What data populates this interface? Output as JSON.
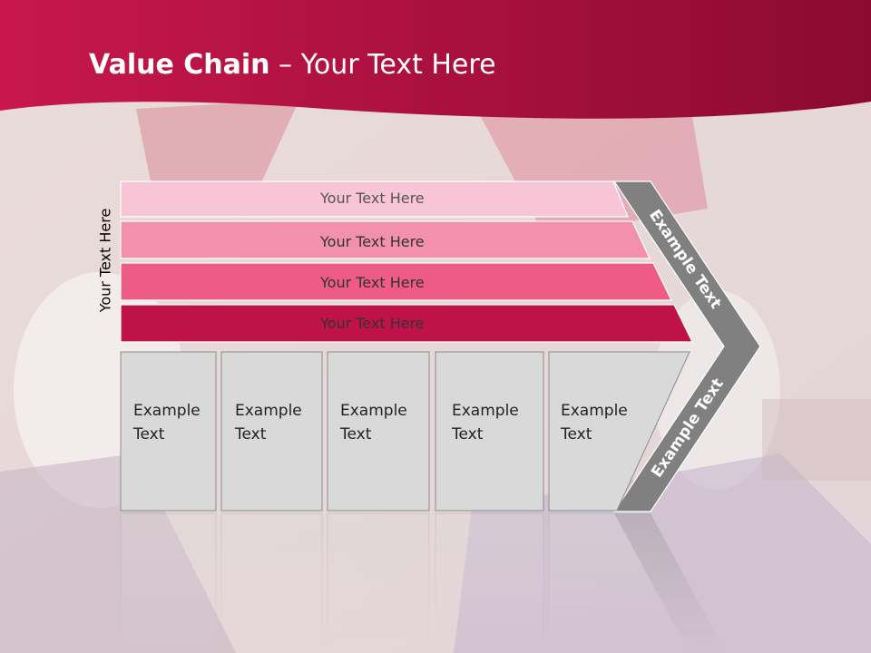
{
  "slide": {
    "title_bold": "Value Chain",
    "title_rest": " – Your Text Here",
    "vertical_label": "Your Text Here"
  },
  "bars": [
    {
      "label": "Your Text Here",
      "color": "#f8c5d6"
    },
    {
      "label": "Your Text Here",
      "color": "#f390ad"
    },
    {
      "label": "Your Text Here",
      "color": "#ee5b85"
    },
    {
      "label": "Your Text Here",
      "color": "#c0124a"
    }
  ],
  "chevron": {
    "top_label": "Example Text",
    "bottom_label": "Example Text",
    "color": "#808080"
  },
  "boxes": [
    {
      "line1": "Example",
      "line2": "Text"
    },
    {
      "line1": "Example",
      "line2": "Text"
    },
    {
      "line1": "Example",
      "line2": "Text"
    },
    {
      "line1": "Example",
      "line2": "Text"
    },
    {
      "line1": "Example",
      "line2": "Text"
    }
  ],
  "colors": {
    "header_dark": "#8c0a30",
    "header_light": "#c8174d",
    "box_fill": "#d9d9d9"
  }
}
